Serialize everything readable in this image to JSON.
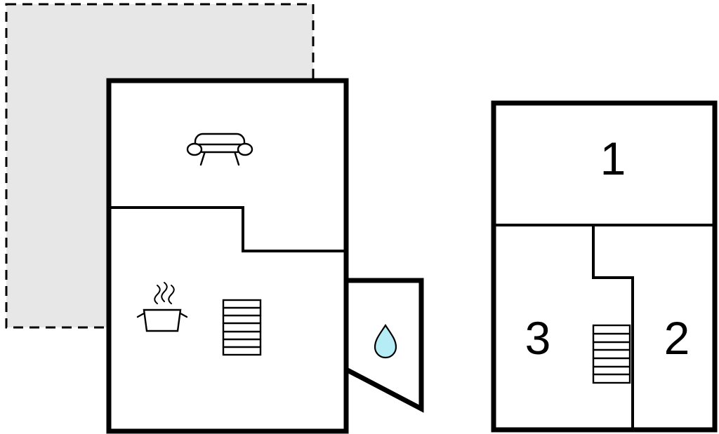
{
  "colors": {
    "background": "#ffffff",
    "walls": "#000000",
    "terrace_fill": "#e7e7e7",
    "water_drop": "#b5ecf6"
  },
  "ground_floor": {
    "icons": [
      "sofa-icon",
      "steam-icon",
      "cooking-pot-icon",
      "stairs-icon",
      "water-drop-icon"
    ]
  },
  "upper_floor": {
    "rooms": [
      {
        "label": "1"
      },
      {
        "label": "2"
      },
      {
        "label": "3"
      }
    ],
    "icons": [
      "stairs-icon"
    ]
  }
}
